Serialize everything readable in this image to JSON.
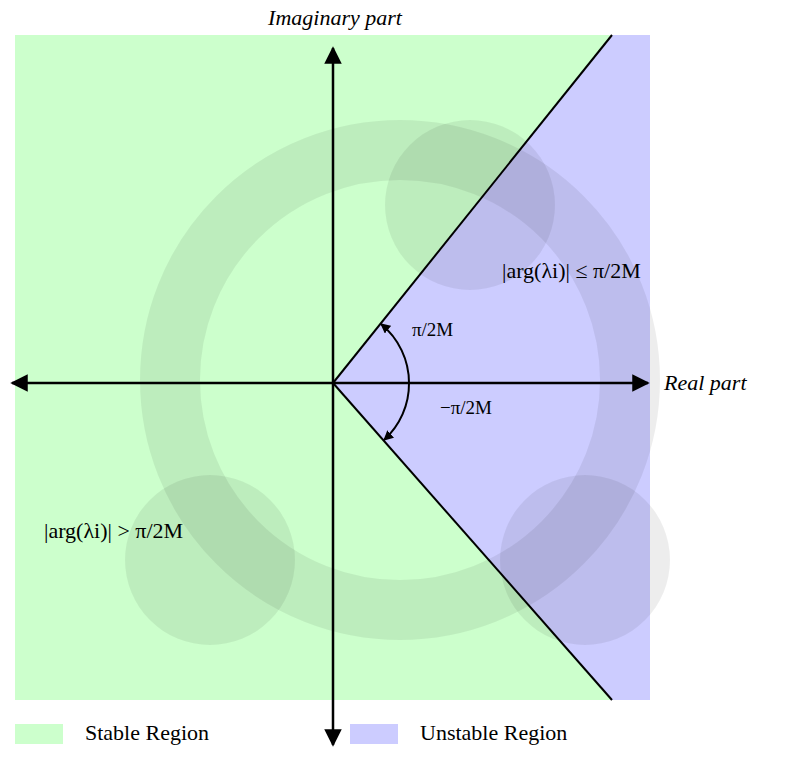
{
  "diagram": {
    "labels": [
      "Imaginary part",
      "Real part",
      "|arg(λi)| ≤ π/2M",
      "π/2M",
      "−π/2M",
      "|arg(λi)| > π/2M"
    ],
    "legend": [
      {
        "text": "Stable Region",
        "color": "#ccffcc"
      },
      {
        "text": "Unstable Region",
        "color": "#ccccff"
      }
    ]
  }
}
